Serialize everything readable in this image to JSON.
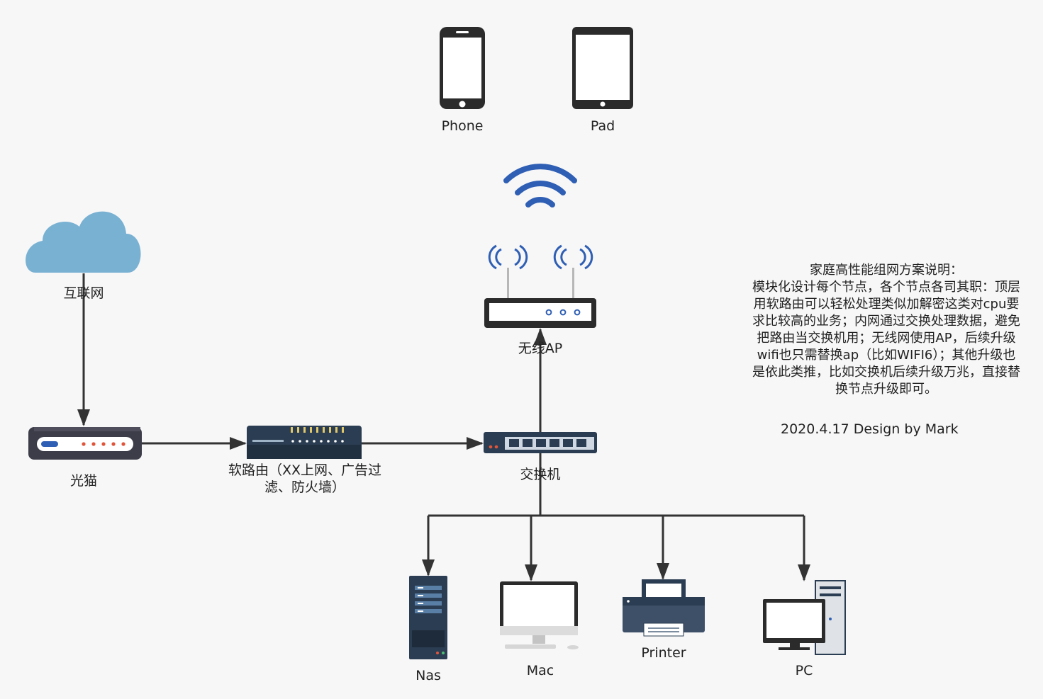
{
  "nodes": {
    "internet": "互联网",
    "modem": "光猫",
    "soft_router": "软路由（XX上网、广告过滤、防火墙）",
    "switch": "交换机",
    "wireless_ap": "无线AP",
    "phone": "Phone",
    "pad": "Pad",
    "nas": "Nas",
    "mac": "Mac",
    "printer": "Printer",
    "pc": "PC"
  },
  "notes": {
    "title": "家庭高性能组网方案说明：",
    "body": "模块化设计每个节点，各个节点各司其职：顶层用软路由可以轻松处理类似加解密这类对cpu要求比较高的业务；内网通过交换处理数据，避免把路由当交换机用；无线网使用AP，后续升级wifi也只需替换ap（比如WIFI6）；其他升级也是依此类推，比如交换机后续升级万兆，直接替换节点升级即可。",
    "signature": "2020.4.17 Design by Mark"
  },
  "colors": {
    "line": "#333333",
    "cloud": "#79b1d3",
    "device_dark": "#2b3d52",
    "wifi": "#2f5fb4"
  },
  "icons": [
    "cloud-icon",
    "modem-icon",
    "soft-router-icon",
    "switch-icon",
    "wireless-ap-icon",
    "wifi-icon",
    "phone-icon",
    "tablet-icon",
    "server-icon",
    "monitor-icon",
    "printer-icon",
    "desktop-pc-icon"
  ]
}
